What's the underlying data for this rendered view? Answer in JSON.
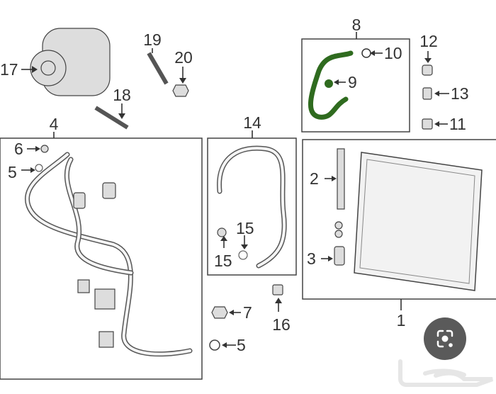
{
  "diagram": {
    "title": "A/C refrigerant parts diagram",
    "callouts": {
      "c1": "1",
      "c2": "2",
      "c3": "3",
      "c4": "4",
      "c5a": "5",
      "c5b": "5",
      "c6": "6",
      "c7": "7",
      "c8": "8",
      "c9": "9",
      "c10": "10",
      "c11": "11",
      "c12": "12",
      "c13": "13",
      "c14": "14",
      "c15a": "15",
      "c15b": "15",
      "c16": "16",
      "c17": "17",
      "c18": "18",
      "c19": "19",
      "c20": "20"
    },
    "highlight_color": "#2f6b1f"
  },
  "overlay": {
    "lens_button_icon": "camera-search-icon",
    "watermark_logo": "حراج"
  }
}
